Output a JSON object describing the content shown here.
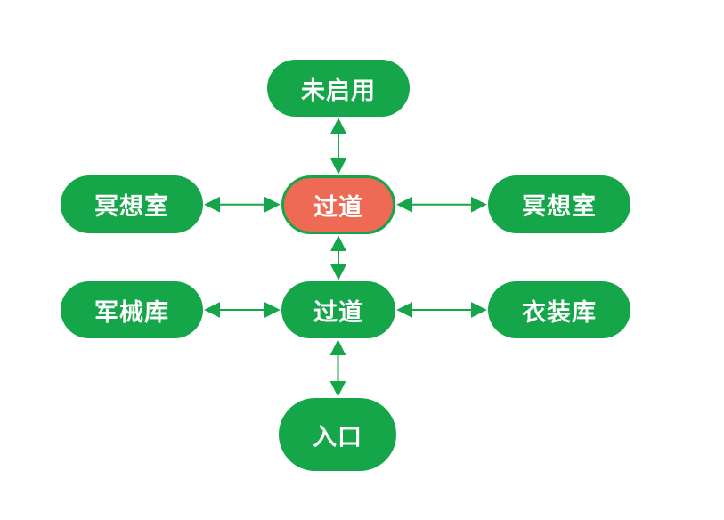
{
  "colors": {
    "node_fill": "#15a64a",
    "active_fill": "#ee6a55",
    "edge": "#15a64a",
    "text": "#ffffff"
  },
  "nodes": {
    "unused": "未启用",
    "meditation_left": "冥想室",
    "hallway_upper": "过道",
    "meditation_right": "冥想室",
    "armory": "军械库",
    "hallway_lower": "过道",
    "wardrobe": "衣装库",
    "entrance": "入口"
  },
  "current_node": "hallway_upper",
  "edges": [
    [
      "unused",
      "hallway_upper"
    ],
    [
      "meditation_left",
      "hallway_upper"
    ],
    [
      "hallway_upper",
      "meditation_right"
    ],
    [
      "hallway_upper",
      "hallway_lower"
    ],
    [
      "armory",
      "hallway_lower"
    ],
    [
      "hallway_lower",
      "wardrobe"
    ],
    [
      "hallway_lower",
      "entrance"
    ]
  ],
  "edge_style": "bidirectional-arrow"
}
